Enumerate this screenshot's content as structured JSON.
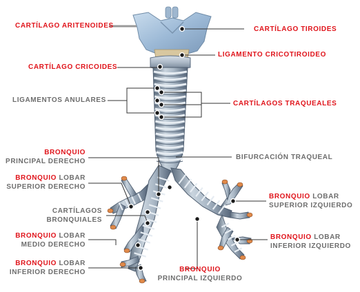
{
  "labels": {
    "aritenoides": "CARTÍLAGO ARITENOIDES",
    "cricoides": "CARTÍLAGO CRICOIDES",
    "anulares": "LIGAMENTOS ANULARES",
    "tiroides": "CARTÍLAGO TIROIDES",
    "cricotiroideo": "LIGAMENTO CRICOTIROIDEO",
    "traqueales": "CARTÍLAGOS TRAQUEALES",
    "bifurcacion": "BIFURCACIÓN TRAQUEAL",
    "bpd_1": "BRONQUIO",
    "bpd_2": "PRINCIPAL DERECHO",
    "blsd_1": "BRONQUIO",
    "blsd_1b": "LOBAR",
    "blsd_2": "SUPERIOR DERECHO",
    "bronquiales_1": "CARTÍLAGOS",
    "bronquiales_2": "BRONQUIALES",
    "blmd_1": "BRONQUIO",
    "blmd_1b": "LOBAR",
    "blmd_2": "MEDIO DERECHO",
    "blid_1": "BRONQUIO",
    "blid_1b": "LOBAR",
    "blid_2": "INFERIOR DERECHO",
    "bpi_1": "BRONQUIO",
    "bpi_2": "PRINCIPAL IZQUIERDO",
    "blsi_1": "BRONQUIO",
    "blsi_1b": "LOBAR",
    "blsi_2": "SUPERIOR IZQUIERDO",
    "blii_1": "BRONQUIO",
    "blii_1b": "LOBAR",
    "blii_2": "INFERIOR IZQUIERDO"
  },
  "colors": {
    "red_label": "#e0141b",
    "gray_label": "#6d6d6d",
    "cartilage": "#b9c6d3",
    "cartilage_dark": "#7f90a3",
    "thyroid": "#a9c3dd",
    "bronchus_tip": "#e08a4a"
  }
}
